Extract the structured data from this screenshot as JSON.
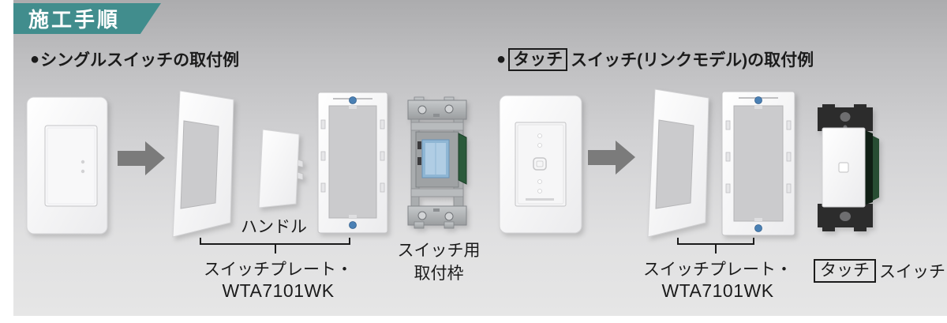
{
  "page": {
    "header_title": "施工手順"
  },
  "left_section": {
    "bullet": "●",
    "heading": "シングルスイッチの取付例",
    "handle_label": "ハンドル",
    "plate_label_line1": "スイッチプレート・",
    "plate_label_line2": "WTA7101WK",
    "frame_label_line1": "スイッチ用",
    "frame_label_line2": "取付枠"
  },
  "right_section": {
    "bullet": "●",
    "heading_boxed": "タッチ",
    "heading_rest": "スイッチ(リンクモデル)の取付例",
    "plate_label_line1": "スイッチプレート・",
    "plate_label_line2": "WTA7101WK",
    "switch_label_boxed": "タッチ",
    "switch_label_rest": "スイッチ"
  },
  "colors": {
    "header_teal": "#418d8d",
    "arrow_gray": "#7b7b7b",
    "text_black": "#1b1b1b"
  }
}
